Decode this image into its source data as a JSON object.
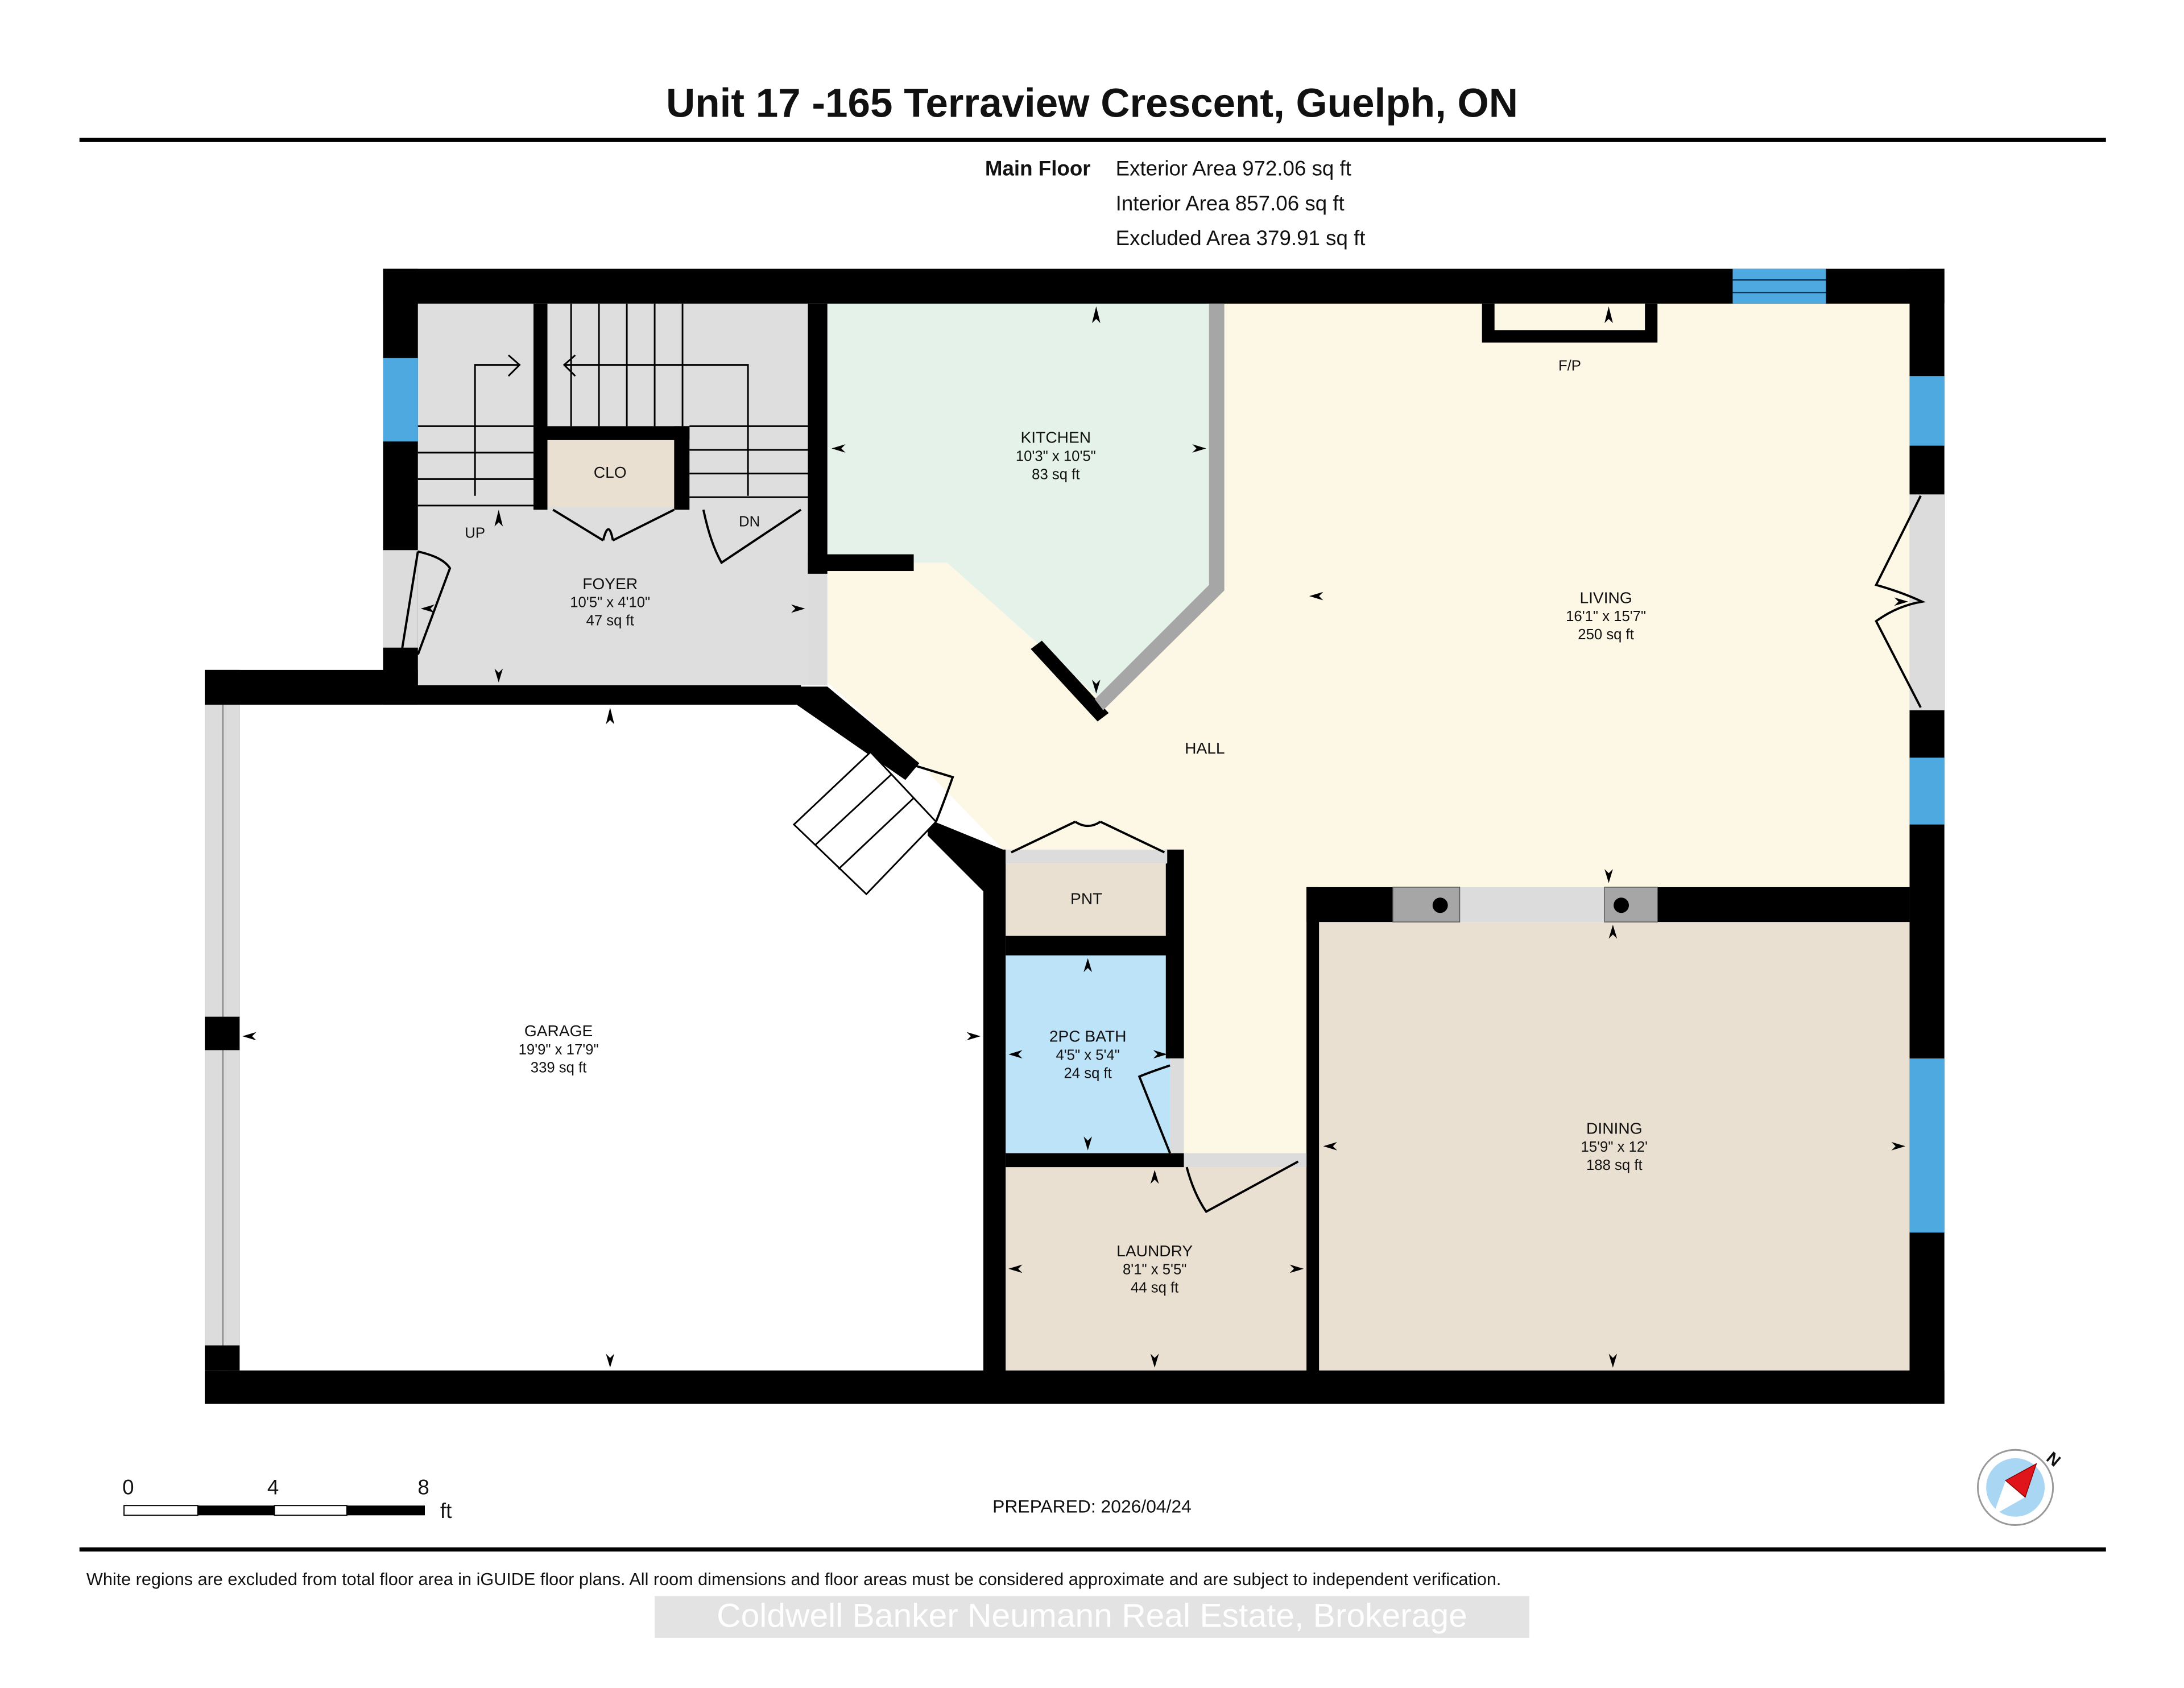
{
  "header": {
    "title": "Unit 17 -165 Terraview Crescent, Guelph, ON"
  },
  "summary": {
    "floor_label": "Main Floor",
    "exterior_area": "Exterior Area 972.06 sq ft",
    "interior_area": "Interior Area 857.06 sq ft",
    "excluded_area": "Excluded Area 379.91 sq ft"
  },
  "rooms": {
    "kitchen": {
      "name": "KITCHEN",
      "dims": "10'3\" x 10'5\"",
      "area": "83 sq ft",
      "color": "#e5f2ea"
    },
    "living": {
      "name": "LIVING",
      "dims": "16'1\" x 15'7\"",
      "area": "250 sq ft",
      "color": "#fdf8e6"
    },
    "foyer": {
      "name": "FOYER",
      "dims": "10'5\" x 4'10\"",
      "area": "47 sq ft",
      "color": "#dedede"
    },
    "closet": {
      "name": "CLO",
      "color": "#e9e0d1"
    },
    "hall": {
      "name": "HALL",
      "color": "#fdf8e6"
    },
    "garage": {
      "name": "GARAGE",
      "dims": "19'9\" x 17'9\"",
      "area": "339 sq ft",
      "color": "#ffffff"
    },
    "pantry": {
      "name": "PNT",
      "color": "#e9e0d1"
    },
    "bath": {
      "name": "2PC BATH",
      "dims": "4'5\" x 5'4\"",
      "area": "24 sq ft",
      "color": "#bde3f9"
    },
    "laundry": {
      "name": "LAUNDRY",
      "dims": "8'1\" x 5'5\"",
      "area": "44 sq ft",
      "color": "#e9e0d1"
    },
    "dining": {
      "name": "DINING",
      "dims": "15'9\" x 12'",
      "area": "188 sq ft",
      "color": "#e9e0d1"
    }
  },
  "labels": {
    "fireplace": "F/P",
    "stairs_up": "UP",
    "stairs_down": "DN"
  },
  "scale_bar": {
    "ticks": [
      "0",
      "4",
      "8"
    ],
    "unit": "ft"
  },
  "prepared": "PREPARED: 2026/04/24",
  "compass": {
    "label": "N"
  },
  "footer": {
    "disclaimer": "White regions are excluded from total floor area in iGUIDE floor plans. All room dimensions and floor areas must be considered approximate and are subject to independent verification.",
    "brokerage": "Coldwell Banker Neumann Real Estate, Brokerage"
  },
  "colors": {
    "wall": "#000000",
    "window": "#4ea9e0",
    "opening": "#dcdcdc",
    "compass_needle": "#e0141b",
    "compass_fill": "#a9d6f3"
  }
}
